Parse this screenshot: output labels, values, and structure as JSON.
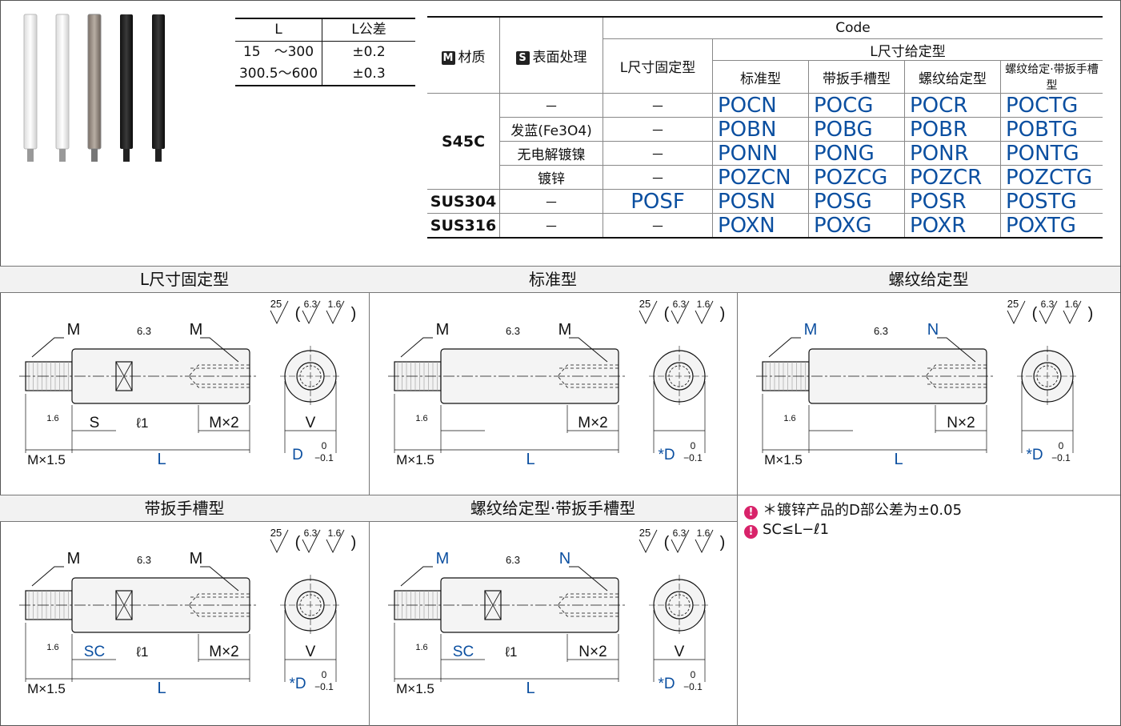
{
  "tolerance_table": {
    "headers": [
      "L",
      "L公差"
    ],
    "rows": [
      [
        "15　～300",
        "±0.2"
      ],
      [
        "300.5～600",
        "±0.3"
      ]
    ]
  },
  "code_table": {
    "material_header": "材质",
    "material_badge": "M",
    "surface_header": "表面处理",
    "surface_badge": "S",
    "code_header": "Code",
    "fixed_header": "L尺寸固定型",
    "given_header": "L尺寸给定型",
    "sub_headers": [
      "标准型",
      "带扳手槽型",
      "螺纹给定型",
      "螺纹给定·带扳手槽型"
    ],
    "rows": [
      {
        "material": "S45C",
        "surface": "－",
        "fixed": "－",
        "codes": [
          "POCN",
          "POCG",
          "POCR",
          "POCTG"
        ]
      },
      {
        "material": "",
        "surface": "发蓝(Fe3O4)",
        "fixed": "－",
        "codes": [
          "POBN",
          "POBG",
          "POBR",
          "POBTG"
        ]
      },
      {
        "material": "",
        "surface": "无电解镀镍",
        "fixed": "－",
        "codes": [
          "PONN",
          "PONG",
          "PONR",
          "PONTG"
        ]
      },
      {
        "material": "",
        "surface": "镀锌",
        "fixed": "－",
        "codes": [
          "POZCN",
          "POZCG",
          "POZCR",
          "POZCTG"
        ]
      },
      {
        "material": "SUS304",
        "surface": "－",
        "fixed": "POSF",
        "codes": [
          "POSN",
          "POSG",
          "POSR",
          "POSTG"
        ]
      },
      {
        "material": "SUS316",
        "surface": "－",
        "fixed": "－",
        "codes": [
          "POXN",
          "POXG",
          "POXR",
          "POXTG"
        ]
      }
    ]
  },
  "panels": [
    {
      "title": "L尺寸固定型",
      "ml": "M",
      "mr": "M",
      "s": "S",
      "l1": "ℓ1",
      "mx2": "M×2",
      "mx15": "M×1.5",
      "L": "L",
      "v": "V",
      "d": "D",
      "d_tol": "0 −0.1",
      "star": "",
      "rough_main": "25",
      "rough_a": "6.3",
      "rough_b": "1.6"
    },
    {
      "title": "标准型",
      "ml": "M",
      "mr": "M",
      "s": "",
      "l1": "",
      "mx2": "M×2",
      "mx15": "M×1.5",
      "L": "L",
      "v": "",
      "d": "D",
      "d_tol": "0 −0.1",
      "star": "*",
      "rough_main": "25",
      "rough_a": "6.3",
      "rough_b": "1.6"
    },
    {
      "title": "螺纹给定型",
      "ml": "M",
      "mr": "N",
      "s": "",
      "l1": "",
      "mx2": "N×2",
      "mx15": "M×1.5",
      "L": "L",
      "v": "",
      "d": "D",
      "d_tol": "0 −0.1",
      "star": "*",
      "rough_main": "25",
      "rough_a": "6.3",
      "rough_b": "1.6"
    },
    {
      "title": "带扳手槽型",
      "ml": "M",
      "mr": "M",
      "s": "SC",
      "l1": "ℓ1",
      "mx2": "M×2",
      "mx15": "M×1.5",
      "L": "L",
      "v": "V",
      "d": "D",
      "d_tol": "0 −0.1",
      "star": "*",
      "rough_main": "25",
      "rough_a": "6.3",
      "rough_b": "1.6"
    },
    {
      "title": "螺纹给定型·带扳手槽型",
      "ml": "M",
      "mr": "N",
      "s": "SC",
      "l1": "ℓ1",
      "mx2": "N×2",
      "mx15": "M×1.5",
      "L": "L",
      "v": "V",
      "d": "D",
      "d_tol": "0 −0.1",
      "star": "*",
      "rough_main": "25",
      "rough_a": "6.3",
      "rough_b": "1.6"
    }
  ],
  "notes": [
    "＊镀锌产品的D部公差为±0.05",
    "SC≤L−ℓ1"
  ],
  "colors": {
    "accent_blue": "#0b4fa0",
    "note_icon": "#d8236a"
  }
}
